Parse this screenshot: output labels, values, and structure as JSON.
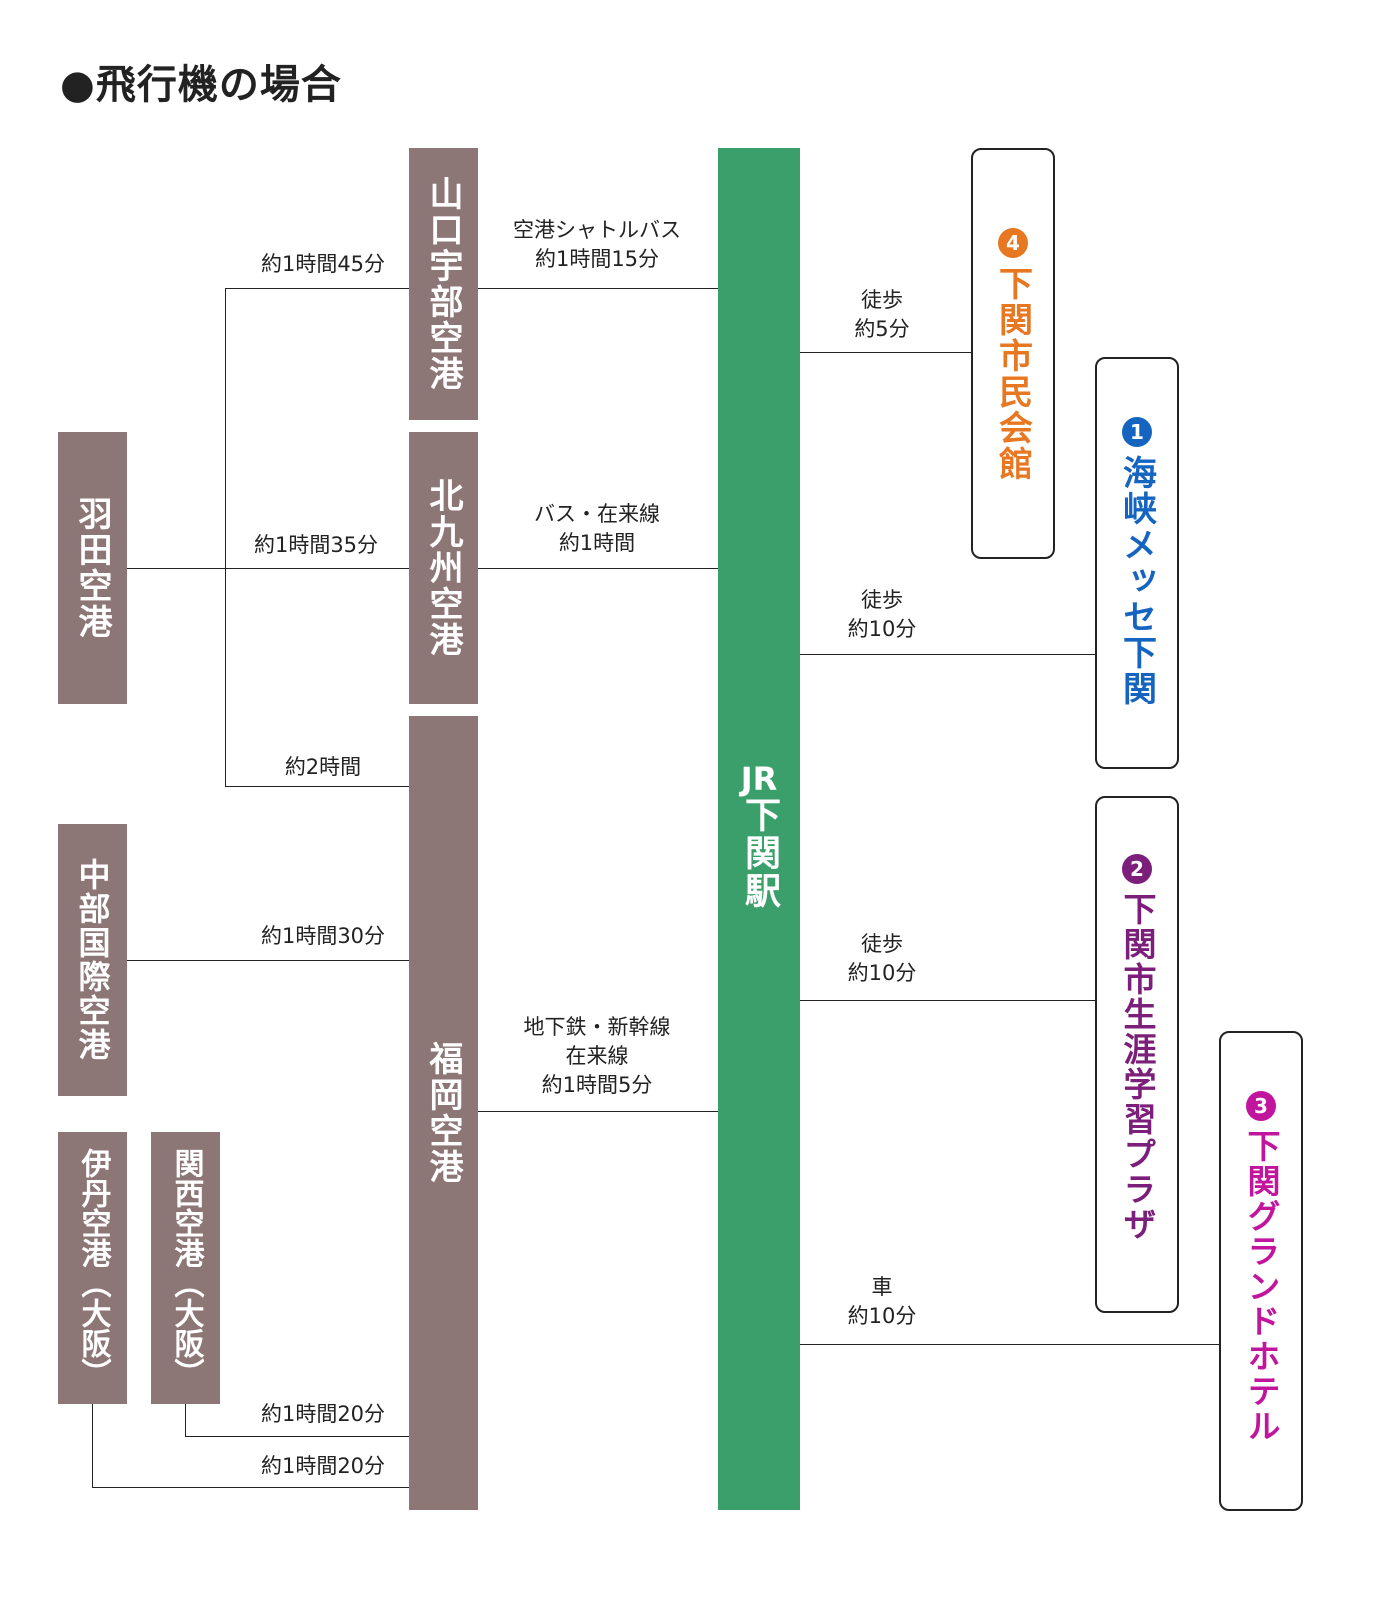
{
  "title": "●飛行機の場合",
  "airports": {
    "yamaguchi_ube": "山口宇部空港",
    "kitakyushu": "北九州空港",
    "fukuoka": "福岡空港",
    "haneda": "羽田空港",
    "chubu": "中部国際空港",
    "itami": "伊丹空港（大阪）",
    "kansai": "関西空港（大阪）"
  },
  "station": {
    "jr": "JR",
    "name": "下関駅"
  },
  "flights": {
    "haneda_yamaguchi": "約1時間45分",
    "haneda_kitakyushu": "約1時間35分",
    "haneda_fukuoka": "約2時間",
    "chubu_fukuoka": "約1時間30分",
    "kansai_fukuoka": "約1時間20分",
    "itami_fukuoka": "約1時間20分"
  },
  "to_station": {
    "yamaguchi": {
      "mode": "空港シャトルバス",
      "time": "約1時間15分"
    },
    "kitakyushu": {
      "mode": "バス・在来線",
      "time": "約1時間"
    },
    "fukuoka": {
      "mode1": "地下鉄・新幹線",
      "mode2": "在来線",
      "time": "約1時間5分"
    }
  },
  "venues": {
    "v4": {
      "num": "4",
      "name": "下関市民会館",
      "color": "#e87722",
      "mode": "徒歩",
      "time": "約5分"
    },
    "v1": {
      "num": "1",
      "name": "海峡メッセ下関",
      "color": "#1565c0",
      "mode": "徒歩",
      "time": "約10分"
    },
    "v2": {
      "num": "2",
      "name": "下関市生涯学習プラザ",
      "color": "#7b1f7a",
      "mode": "徒歩",
      "time": "約10分"
    },
    "v3": {
      "num": "3",
      "name": "下関グランドホテル",
      "color": "#c2159e",
      "mode": "車",
      "time": "約10分"
    }
  },
  "colors": {
    "airport_box": "#8c7676",
    "station": "#3a9f6a"
  }
}
